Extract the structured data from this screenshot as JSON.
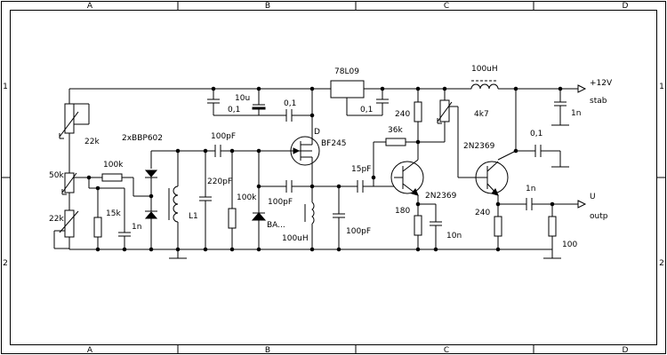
{
  "border": {
    "top_columns": [
      "A",
      "B",
      "C",
      "D"
    ],
    "bottom_columns": [
      "A",
      "B",
      "C",
      "D"
    ],
    "left_rows": [
      "1",
      "2"
    ],
    "right_rows": [
      "1",
      "2"
    ]
  },
  "components": {
    "r_22k_top": "22k",
    "pot_50k": "50k",
    "r_100k_in": "100k",
    "r_15k": "15k",
    "r_22k_bottom": "22k",
    "c_1n_tune": "1n",
    "varicap": "2xBBP602",
    "c_100pF_couple": "100pF",
    "c_220pF": "220pF",
    "coil_l1": "L1",
    "r_100k_gate": "100k",
    "c_100pF_ba": "100pF",
    "diode_ba": "BA...",
    "coil_100uH_drain": "100uH",
    "c_100pF_drain": "100pF",
    "fet": "BF245",
    "regulator": "78L09",
    "c_10u": "10u",
    "c_0_1_reg_in": "0,1",
    "c_0_1_reg_in2": "0,1",
    "c_0_1_reg_out": "0,1",
    "c_15pF": "15pF",
    "r_36k": "36k",
    "r_240_top": "240",
    "r_180": "180",
    "c_10n": "10n",
    "transistor_1": "2N2369",
    "pot_4k7": "4k7",
    "choke_100uH": "100uH",
    "c_1n_supply": "1n",
    "c_0_1_out": "0,1",
    "transistor_2": "2N2369",
    "r_240_emitter": "240",
    "c_1n_out": "1n",
    "r_100_load": "100"
  },
  "ports": {
    "supply_label": "+12V",
    "supply_sub": "stab",
    "output_label": "U",
    "output_sub": "outp"
  }
}
